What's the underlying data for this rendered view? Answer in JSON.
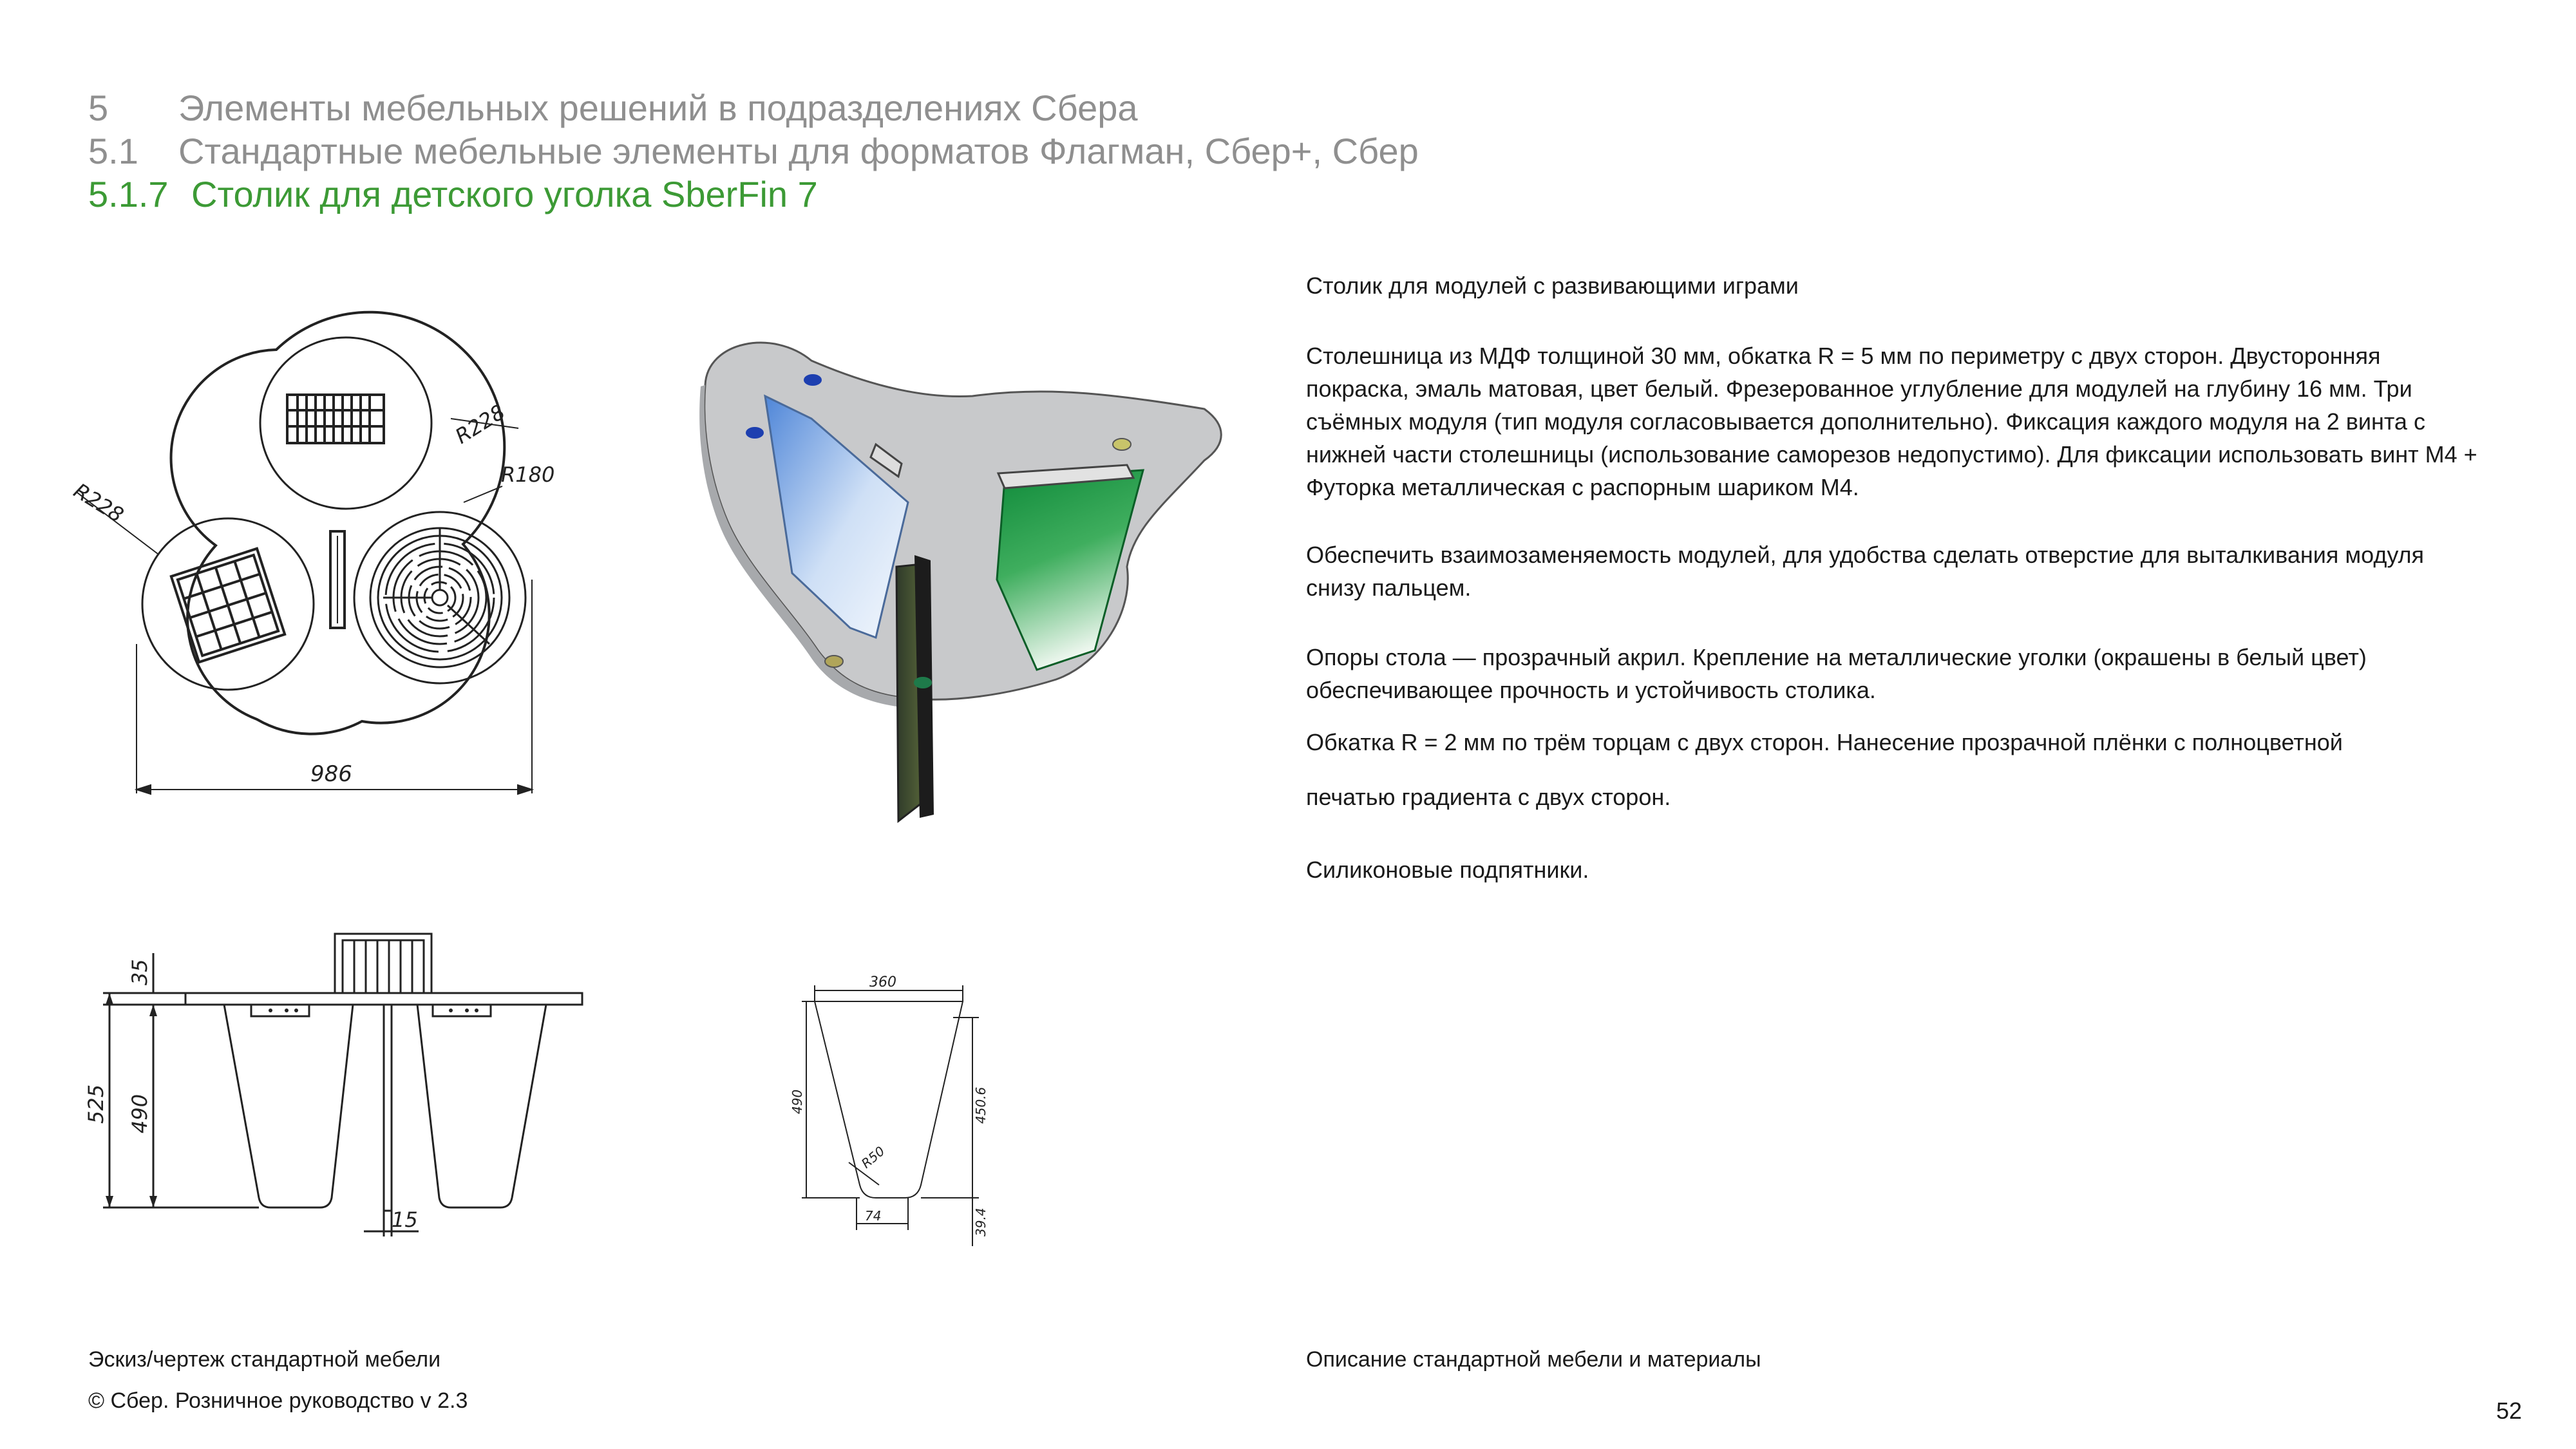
{
  "header": {
    "section": {
      "num": "5",
      "title": "Элементы мебельных решений в подразделениях Сбера"
    },
    "subsection": {
      "num": "5.1",
      "title": "Стандартные мебельные элементы для форматов Флагман, Сбер+, Сбер"
    },
    "item": {
      "num": "5.1.7",
      "title": "Столик для детского уголка SberFin 7"
    }
  },
  "description": {
    "title": "Столик для модулей с развивающими играми",
    "p1": "Столешница из МДФ толщиной 30 мм, обкатка R = 5 мм по периметру с двух сторон. Двусторонняя покраска, эмаль матовая, цвет белый. Фрезерованное углубление для модулей на глубину 16 мм. Три съёмных модуля (тип модуля согласовывается дополнительно). Фиксация каждого модуля на 2 винта с нижней части столешницы (использование саморезов недопустимо). Для фиксации использовать винт М4 + Футорка металлическая с распорным шариком М4.",
    "p2": "Обеспечить взаимозаменяемость модулей, для удобства сделать отверстие для выталкивания модуля снизу пальцем.",
    "p3": "Опоры стола — прозрачный акрил. Крепление на металлические уголки (окрашены в белый цвет) обеспечивающее прочность и устойчивость столика.",
    "p4a": "Обкатка R = 2 мм по трём торцам с двух сторон. Нанесение прозрачной плёнки с полноцветной",
    "p4b": "печатью градиента с двух сторон.",
    "p5": "Силиконовые подпятники."
  },
  "drawings": {
    "top_view": {
      "r_outer": "R228",
      "r_outer_left": "R228",
      "r_module": "R180",
      "width": "986"
    },
    "side_view": {
      "top_thickness": "35",
      "height_total": "525",
      "leg_height": "490",
      "leg_thickness": "15"
    },
    "leg_view": {
      "top_width": "360",
      "height": "490",
      "height_right": "450.6",
      "radius": "R50",
      "bottom_width": "74",
      "bottom_height": "39.4"
    }
  },
  "captions": {
    "left": "Эскиз/чертеж стандартной мебели",
    "right": "Описание  стандартной мебели и материалы",
    "copyright": "© Сбер. Розничное руководство  v 2.3",
    "page_number": "52"
  }
}
